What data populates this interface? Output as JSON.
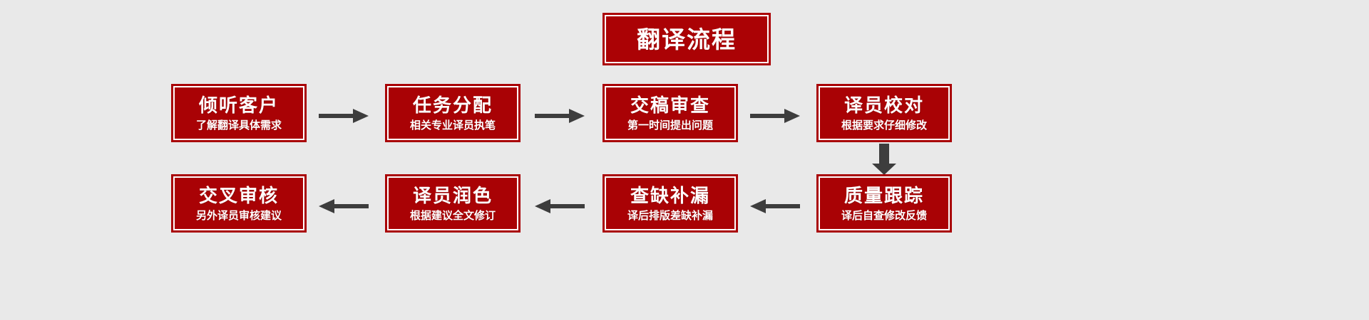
{
  "diagram": {
    "title": "翻译流程",
    "background_color": "#e9e9e9",
    "box_color": "#a90205",
    "text_color": "#ffffff",
    "arrow_color": "#3d3d3d",
    "rows": [
      {
        "direction": "left-to-right",
        "nodes": [
          {
            "title": "倾听客户",
            "subtitle": "了解翻译具体需求"
          },
          {
            "title": "任务分配",
            "subtitle": "相关专业译员执笔"
          },
          {
            "title": "交稿审查",
            "subtitle": "第一时间提出问题"
          },
          {
            "title": "译员校对",
            "subtitle": "根据要求仔细修改"
          }
        ]
      },
      {
        "direction": "right-to-left",
        "nodes": [
          {
            "title": "交叉审核",
            "subtitle": "另外译员审核建议"
          },
          {
            "title": "译员润色",
            "subtitle": "根据建议全文修订"
          },
          {
            "title": "查缺补漏",
            "subtitle": "译后排版差缺补漏"
          },
          {
            "title": "质量跟踪",
            "subtitle": "译后自查修改反馈"
          }
        ]
      }
    ],
    "connectors": [
      {
        "name": "arrow-right-1",
        "direction": "right"
      },
      {
        "name": "arrow-right-2",
        "direction": "right"
      },
      {
        "name": "arrow-right-3",
        "direction": "right"
      },
      {
        "name": "arrow-down-1",
        "direction": "down"
      },
      {
        "name": "arrow-left-1",
        "direction": "left"
      },
      {
        "name": "arrow-left-2",
        "direction": "left"
      },
      {
        "name": "arrow-left-3",
        "direction": "left"
      }
    ]
  }
}
